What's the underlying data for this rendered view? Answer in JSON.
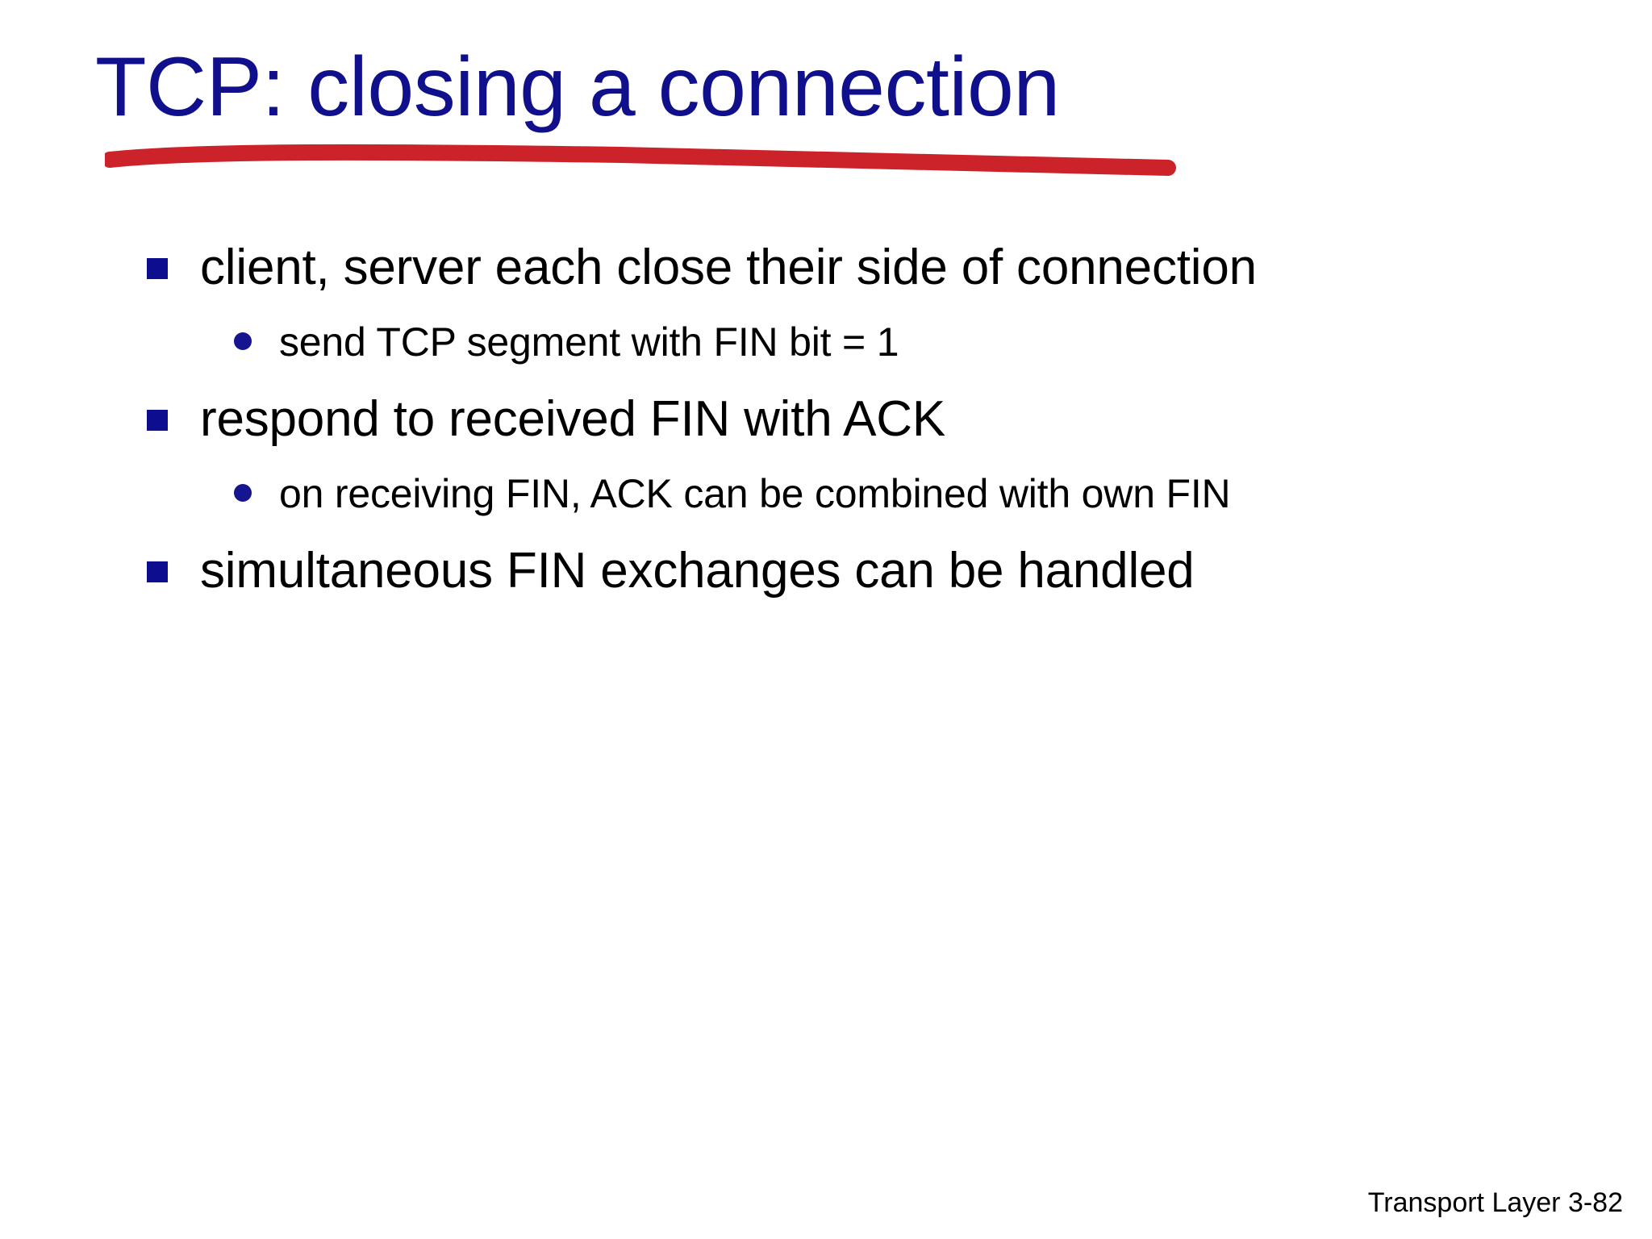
{
  "slide": {
    "title": "TCP: closing a connection",
    "title_color": "#10108c",
    "underline_color": "#cc2229",
    "background_color": "#ffffff",
    "body_text_color": "#000000",
    "marker_color": "#0d0d8f"
  },
  "bullets": [
    {
      "level": 1,
      "marker": "square-bullet",
      "text": "client, server each close their side of connection"
    },
    {
      "level": 2,
      "marker": "dot-bullet",
      "text": "send TCP segment with FIN bit =  1"
    },
    {
      "level": 1,
      "marker": "square-bullet",
      "text": "respond to received FIN with ACK"
    },
    {
      "level": 2,
      "marker": "dot-bullet",
      "text": "on receiving FIN, ACK can be combined with own FIN"
    },
    {
      "level": 1,
      "marker": "square-bullet",
      "text": "simultaneous FIN exchanges can be handled"
    }
  ],
  "footer": {
    "text": "Transport Layer 3-82"
  }
}
